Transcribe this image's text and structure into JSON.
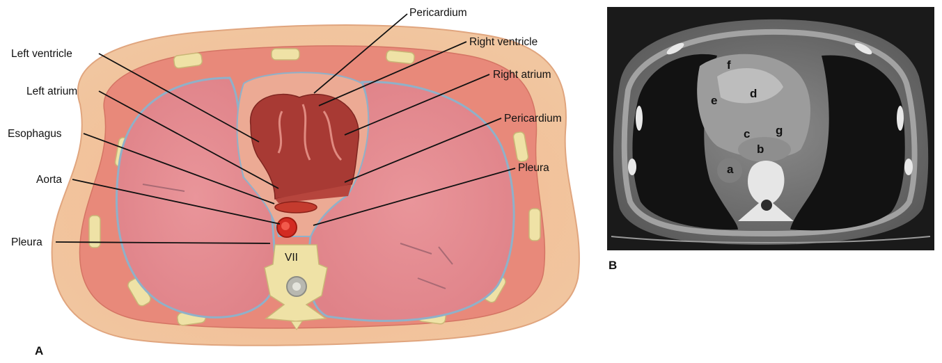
{
  "figure": {
    "panel_a": "A",
    "panel_b": "B",
    "vertebra_label": "VII",
    "labels": [
      {
        "id": "pericardium-top",
        "text": "Pericardium"
      },
      {
        "id": "right-ventricle",
        "text": "Right ventricle"
      },
      {
        "id": "right-atrium",
        "text": "Right atrium"
      },
      {
        "id": "pericardium-right",
        "text": "Pericardium"
      },
      {
        "id": "pleura-right",
        "text": "Pleura"
      },
      {
        "id": "left-ventricle",
        "text": "Left ventricle"
      },
      {
        "id": "left-atrium",
        "text": "Left atrium"
      },
      {
        "id": "esophagus",
        "text": "Esophagus"
      },
      {
        "id": "aorta",
        "text": "Aorta"
      },
      {
        "id": "pleura-left",
        "text": "Pleura"
      }
    ],
    "ct_labels": [
      "a",
      "b",
      "c",
      "d",
      "e",
      "f",
      "g"
    ]
  }
}
